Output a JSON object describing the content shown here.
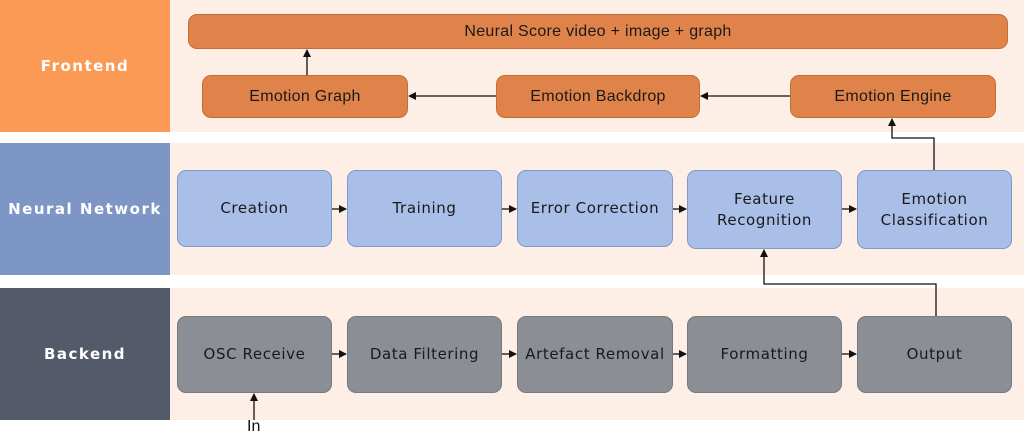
{
  "layers": {
    "frontend": "Frontend",
    "neural": "Neural Network",
    "backend": "Backend"
  },
  "frontend": {
    "top": "Neural Score video + image + graph",
    "graph": "Emotion Graph",
    "backdrop": "Emotion Backdrop",
    "engine": "Emotion Engine"
  },
  "neural": {
    "creation": "Creation",
    "training": "Training",
    "error": "Error Correction",
    "feature_1": "Feature",
    "feature_2": "Recognition",
    "class_1": "Emotion",
    "class_2": "Classification"
  },
  "backend": {
    "osc": "OSC Receive",
    "filter": "Data Filtering",
    "artefact": "Artefact Removal",
    "format": "Formatting",
    "output": "Output"
  },
  "input_label": "In",
  "colors": {
    "frontend_band": "#fb9a55",
    "neural_band": "#7d96c6",
    "backend_band": "#545a69",
    "layer_bg": "#fdeee6",
    "orange_box": "#e0834a",
    "blue_box": "#a9bfe8",
    "gray_box": "#8b8e94"
  }
}
